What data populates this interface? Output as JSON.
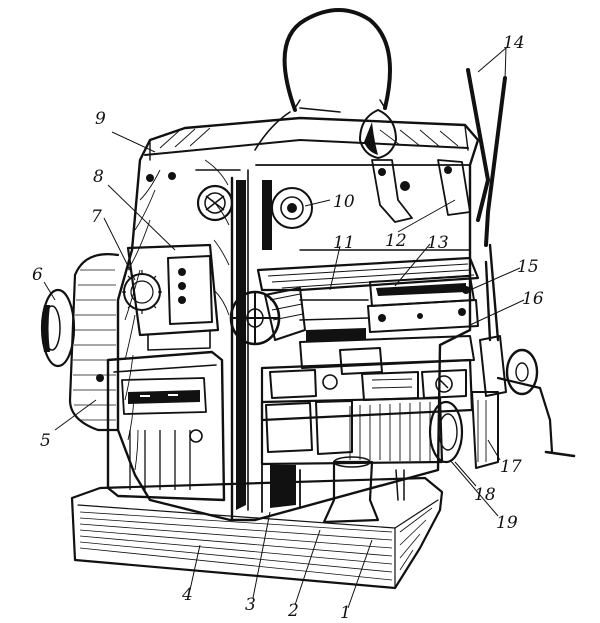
{
  "figure": {
    "labels": [
      "1",
      "2",
      "3",
      "4",
      "5",
      "6",
      "7",
      "8",
      "9",
      "10",
      "11",
      "12",
      "13",
      "14",
      "15",
      "16",
      "17",
      "18",
      "19"
    ]
  }
}
